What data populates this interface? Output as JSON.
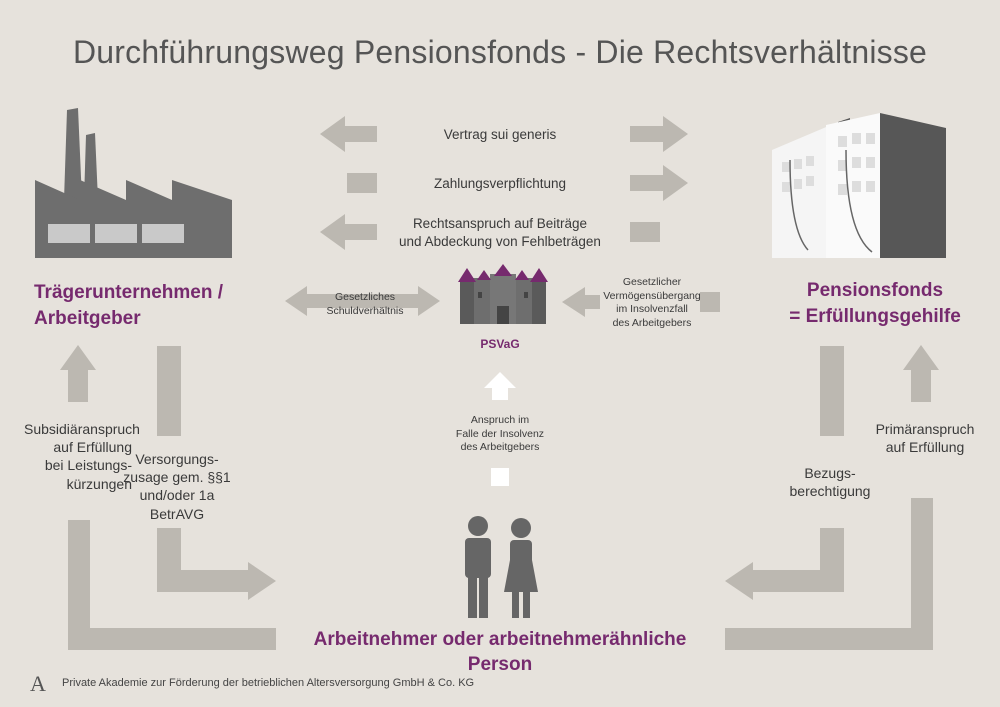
{
  "title": "Durchführungsweg Pensionsfonds - Die Rechtsverhältnisse",
  "parties": {
    "employer": [
      "Trägerunternehmen /",
      "Arbeitgeber"
    ],
    "fund": [
      "Pensionsfonds",
      "= Erfüllungsgehilfe"
    ],
    "psv": "PSVaG",
    "employee": "Arbeitnehmer oder arbeitnehmerähnliche Person"
  },
  "relations": {
    "contract": "Vertrag sui generis",
    "payment": "Zahlungsverpflichtung",
    "claim": [
      "Rechtsanspruch auf Beiträge",
      "und Abdeckung von Fehlbeträgen"
    ],
    "statutory_debt": [
      "Gesetzliches",
      "Schuldverhältnis"
    ],
    "asset_transfer": [
      "Gesetzlicher",
      "Vermögensübergang",
      "im Insolvenzfall",
      "des Arbeitgebers"
    ],
    "insolvency_claim": [
      "Anspruch im",
      "Falle der Insolvenz",
      "des Arbeitgebers"
    ],
    "subsidiary_claim": [
      "Subsidiäranspruch",
      "auf Erfüllung",
      "bei Leistungs-",
      "kürzungen"
    ],
    "pension_commitment": [
      "Versorgungs-",
      "zusage gem. §§1",
      "und/oder 1a BetrAVG"
    ],
    "entitlement": [
      "Bezugs-",
      "berechtigung"
    ],
    "primary_claim": [
      "Primäranspruch",
      "auf Erfüllung"
    ]
  },
  "footer": {
    "logo": "A",
    "text": "Private Akademie zur Förderung der betrieblichen Altersversorgung GmbH & Co. KG"
  },
  "colors": {
    "accent": "#762a6e",
    "arrow": "#bcb8b1",
    "building": "#6b6b6b",
    "background": "#e6e2dc"
  },
  "icons": [
    "factory-icon",
    "office-building-icon",
    "castle-icon",
    "people-icon"
  ]
}
